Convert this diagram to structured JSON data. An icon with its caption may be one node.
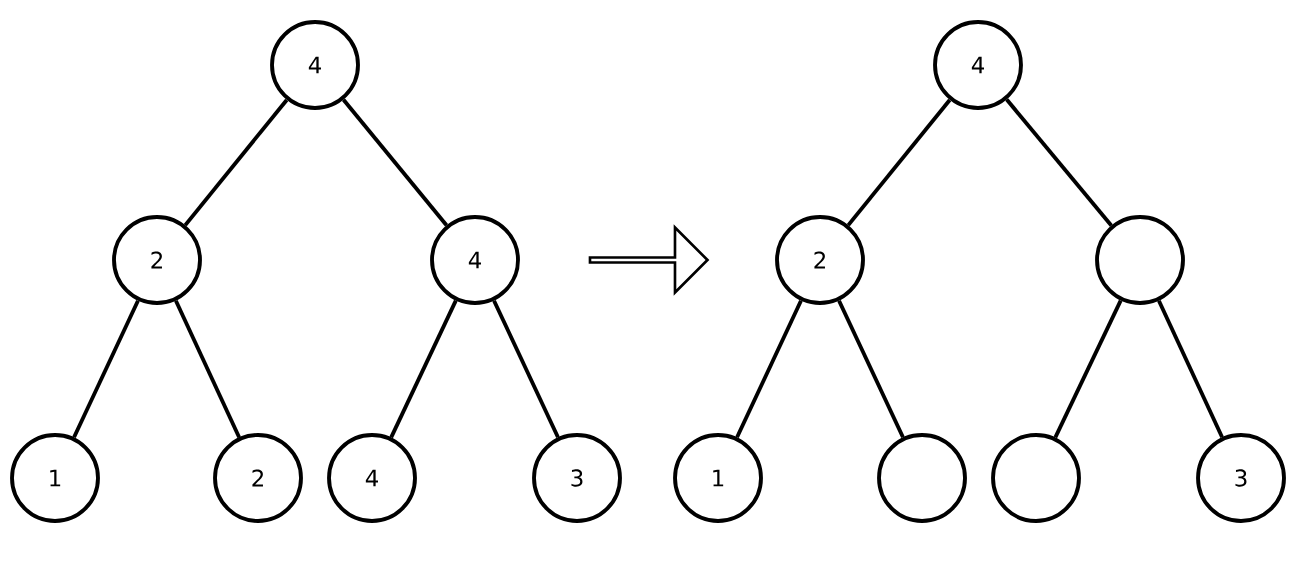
{
  "diagram": {
    "nodes": [
      {
        "text": [
          "4"
        ]
      },
      {
        "text": [
          "2"
        ]
      },
      {
        "text": [
          "4"
        ]
      },
      {
        "text": [
          "1"
        ]
      },
      {
        "text": [
          "2"
        ]
      },
      {
        "text": [
          "4"
        ]
      },
      {
        "text": [
          "3"
        ]
      },
      {
        "text": [
          "4"
        ]
      },
      {
        "text": [
          "2"
        ]
      },
      {
        "text": [],
        "shape": "circle"
      },
      {
        "text": [
          "1"
        ]
      },
      {
        "text": [],
        "shape": "circle"
      },
      {
        "text": [],
        "shape": "circle"
      },
      {
        "text": [
          "3"
        ]
      }
    ],
    "edges": [
      {
        "from": 0,
        "to": 1,
        "arrow": "none"
      },
      {
        "from": 0,
        "to": 2,
        "arrow": "none"
      },
      {
        "from": 1,
        "to": 3,
        "arrow": "none"
      },
      {
        "from": 1,
        "to": 4,
        "arrow": "none"
      },
      {
        "from": 2,
        "to": 5,
        "arrow": "none"
      },
      {
        "from": 2,
        "to": 6,
        "arrow": "none"
      },
      {
        "from": 7,
        "to": 8,
        "arrow": "none"
      },
      {
        "from": 7,
        "to": 9,
        "arrow": "none"
      },
      {
        "from": 8,
        "to": 10,
        "arrow": "none"
      },
      {
        "from": 8,
        "to": 11,
        "arrow": "none"
      },
      {
        "from": 9,
        "to": 12,
        "arrow": "none"
      },
      {
        "from": 9,
        "to": 13,
        "arrow": "none"
      },
      {
        "from": 2,
        "to": 8,
        "arrow": "to",
        "style": "thick"
      }
    ]
  }
}
